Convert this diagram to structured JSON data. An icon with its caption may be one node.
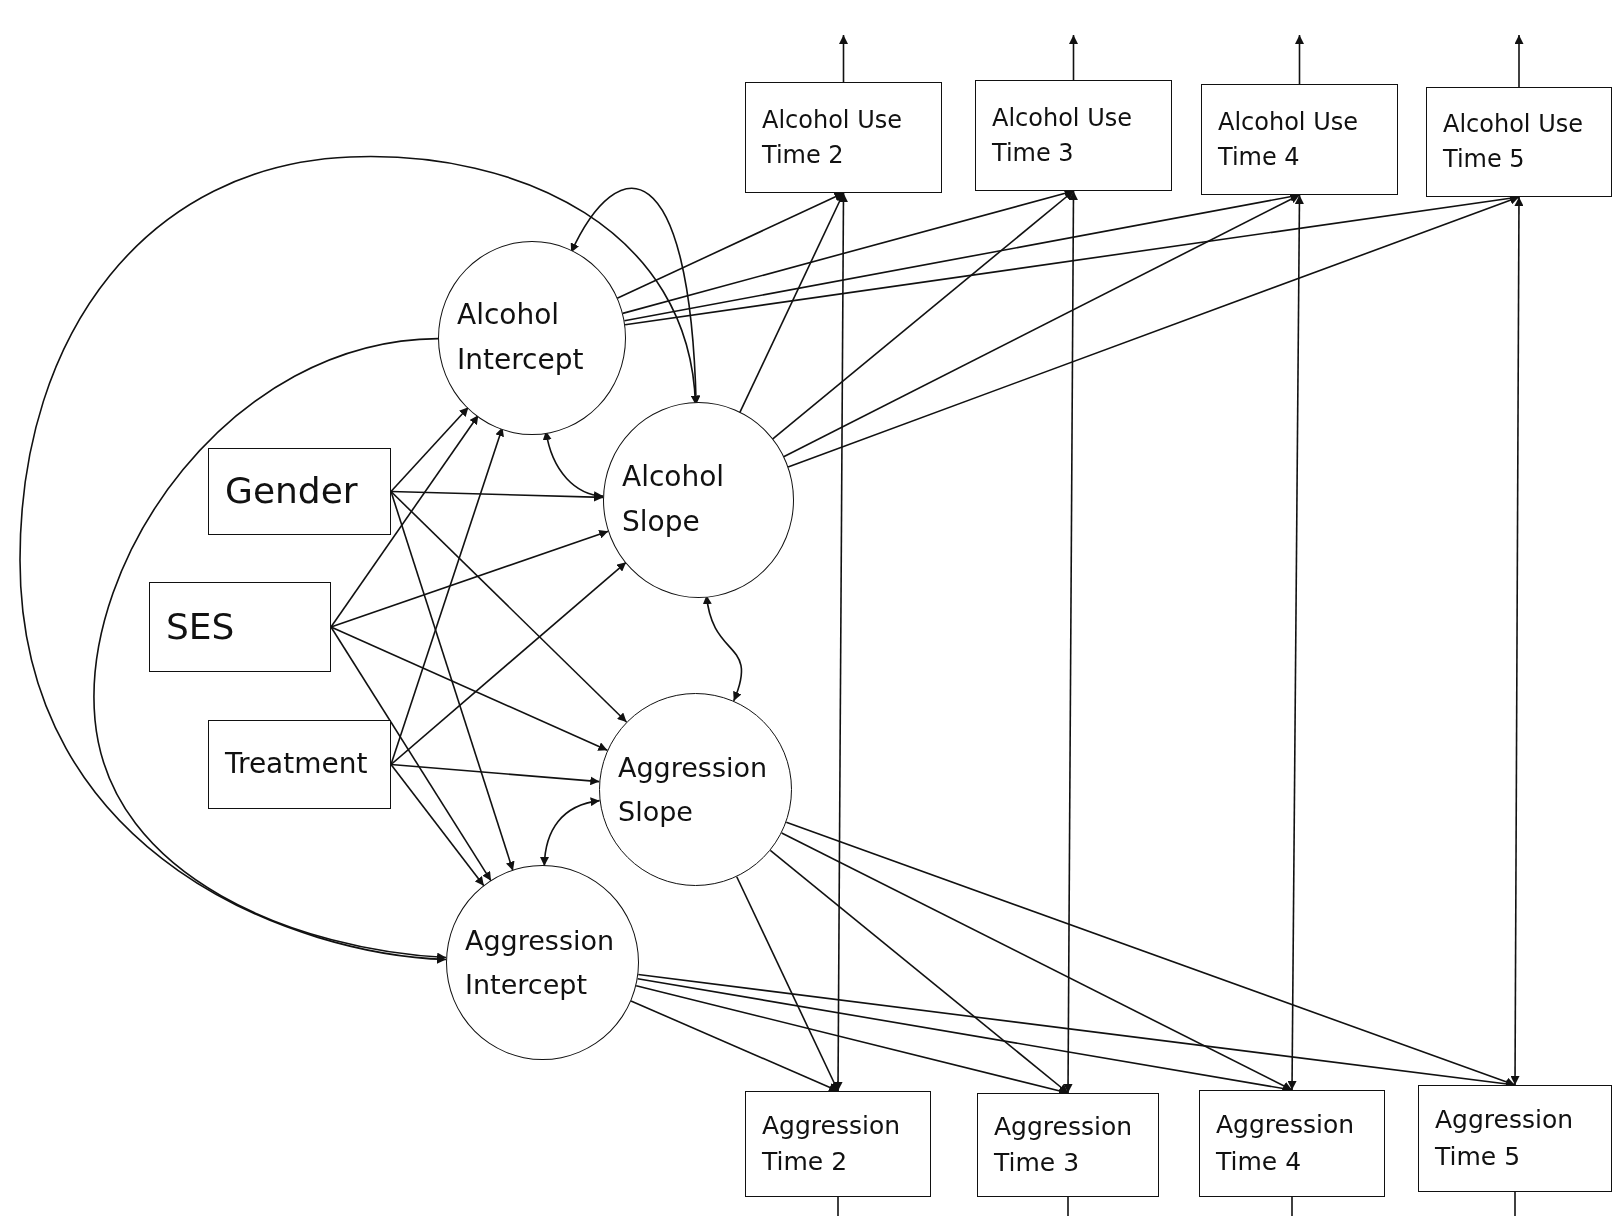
{
  "diagram": {
    "nodes": [
      {
        "text": [
          "Alcohol Use Time 2"
        ]
      },
      {
        "text": [
          "Alcohol Use Time 3"
        ]
      },
      {
        "text": [
          "Alcohol Use Time 4"
        ]
      },
      {
        "text": [
          "Alcohol Use Time 5"
        ]
      },
      {
        "text": [
          "Alcohol Intercept"
        ]
      },
      {
        "text": [
          "Gender"
        ]
      },
      {
        "text": [
          "Alcohol Slope"
        ]
      },
      {
        "text": [
          "SES"
        ]
      },
      {
        "text": [
          "Aggression Slope"
        ]
      },
      {
        "text": [
          "Treatment"
        ]
      },
      {
        "text": [
          "Aggression Intercept"
        ]
      },
      {
        "text": [
          "Aggression Time 2"
        ]
      },
      {
        "text": [
          "Aggression Time 3"
        ]
      },
      {
        "text": [
          "Aggression Time 4"
        ]
      },
      {
        "text": [
          "Aggression Time 5"
        ]
      }
    ],
    "edges": [
      {
        "from": 0,
        "to": null,
        "arrow": "to"
      },
      {
        "from": 1,
        "to": null,
        "arrow": "to"
      },
      {
        "from": 2,
        "to": null,
        "arrow": "to"
      },
      {
        "from": 3,
        "to": null,
        "arrow": "to"
      },
      {
        "from": 4,
        "to": 6,
        "arrow": "both"
      },
      {
        "from": 6,
        "to": 10,
        "arrow": "both"
      },
      {
        "from": 4,
        "to": 10,
        "arrow": "to"
      },
      {
        "from": 4,
        "to": 0,
        "arrow": "to"
      },
      {
        "from": 4,
        "to": 1,
        "arrow": "to"
      },
      {
        "from": 4,
        "to": 2,
        "arrow": "to"
      },
      {
        "from": 4,
        "to": 3,
        "arrow": "to"
      },
      {
        "from": 6,
        "to": 0,
        "arrow": "to"
      },
      {
        "from": 6,
        "to": 1,
        "arrow": "to"
      },
      {
        "from": 6,
        "to": 2,
        "arrow": "to"
      },
      {
        "from": 6,
        "to": 3,
        "arrow": "to"
      },
      {
        "from": 4,
        "to": 6,
        "arrow": "both"
      },
      {
        "from": 5,
        "to": 4,
        "arrow": "to"
      },
      {
        "from": 5,
        "to": 6,
        "arrow": "to"
      },
      {
        "from": 5,
        "to": 8,
        "arrow": "to"
      },
      {
        "from": 5,
        "to": 10,
        "arrow": "to"
      },
      {
        "from": 7,
        "to": 4,
        "arrow": "to"
      },
      {
        "from": 7,
        "to": 6,
        "arrow": "to"
      },
      {
        "from": 7,
        "to": 8,
        "arrow": "to"
      },
      {
        "from": 7,
        "to": 10,
        "arrow": "to"
      },
      {
        "from": 9,
        "to": 4,
        "arrow": "to"
      },
      {
        "from": 9,
        "to": 6,
        "arrow": "to"
      },
      {
        "from": 9,
        "to": 8,
        "arrow": "to"
      },
      {
        "from": 9,
        "to": 10,
        "arrow": "to"
      },
      {
        "from": 6,
        "to": 8,
        "arrow": "both"
      },
      {
        "from": 8,
        "to": 10,
        "arrow": "both"
      },
      {
        "from": 8,
        "to": 11,
        "arrow": "to"
      },
      {
        "from": 8,
        "to": 12,
        "arrow": "to"
      },
      {
        "from": 8,
        "to": 13,
        "arrow": "to"
      },
      {
        "from": 8,
        "to": 14,
        "arrow": "to"
      },
      {
        "from": 10,
        "to": 11,
        "arrow": "to"
      },
      {
        "from": 10,
        "to": 12,
        "arrow": "to"
      },
      {
        "from": 10,
        "to": 13,
        "arrow": "to"
      },
      {
        "from": 10,
        "to": 14,
        "arrow": "to"
      },
      {
        "from": 0,
        "to": 11,
        "arrow": "both"
      },
      {
        "from": 1,
        "to": 12,
        "arrow": "both"
      },
      {
        "from": 2,
        "to": 13,
        "arrow": "both"
      },
      {
        "from": 3,
        "to": 14,
        "arrow": "both"
      },
      {
        "from": 11,
        "to": null,
        "arrow": "none"
      },
      {
        "from": 12,
        "to": null,
        "arrow": "none"
      },
      {
        "from": 13,
        "to": null,
        "arrow": "none"
      },
      {
        "from": 14,
        "to": null,
        "arrow": "none"
      }
    ]
  }
}
